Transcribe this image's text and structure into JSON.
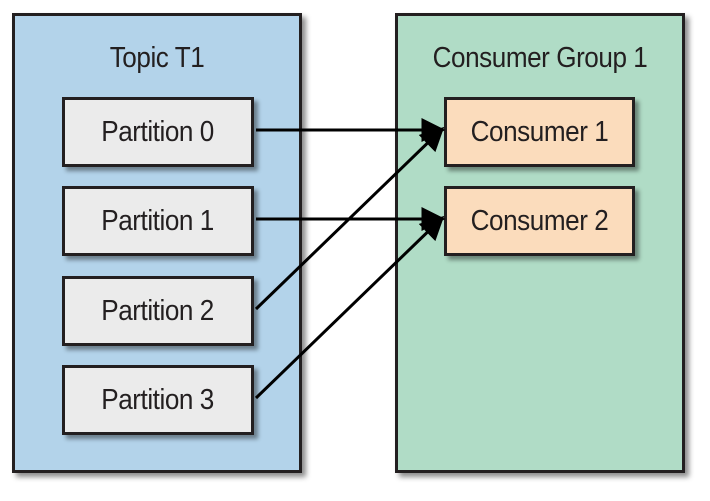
{
  "topic": {
    "title": "Topic T1",
    "partitions": [
      "Partition 0",
      "Partition 1",
      "Partition 2",
      "Partition 3"
    ]
  },
  "consumer_group": {
    "title": "Consumer Group 1",
    "consumers": [
      "Consumer 1",
      "Consumer 2"
    ]
  },
  "assignments": [
    {
      "from": "Partition 0",
      "to": "Consumer 1"
    },
    {
      "from": "Partition 1",
      "to": "Consumer 2"
    },
    {
      "from": "Partition 2",
      "to": "Consumer 1"
    },
    {
      "from": "Partition 3",
      "to": "Consumer 2"
    }
  ],
  "colors": {
    "topic_bg": "#b3d3ea",
    "group_bg": "#b0dcc6",
    "partition_bg": "#ebebeb",
    "consumer_bg": "#fbdcbc",
    "stroke": "#231f20"
  }
}
